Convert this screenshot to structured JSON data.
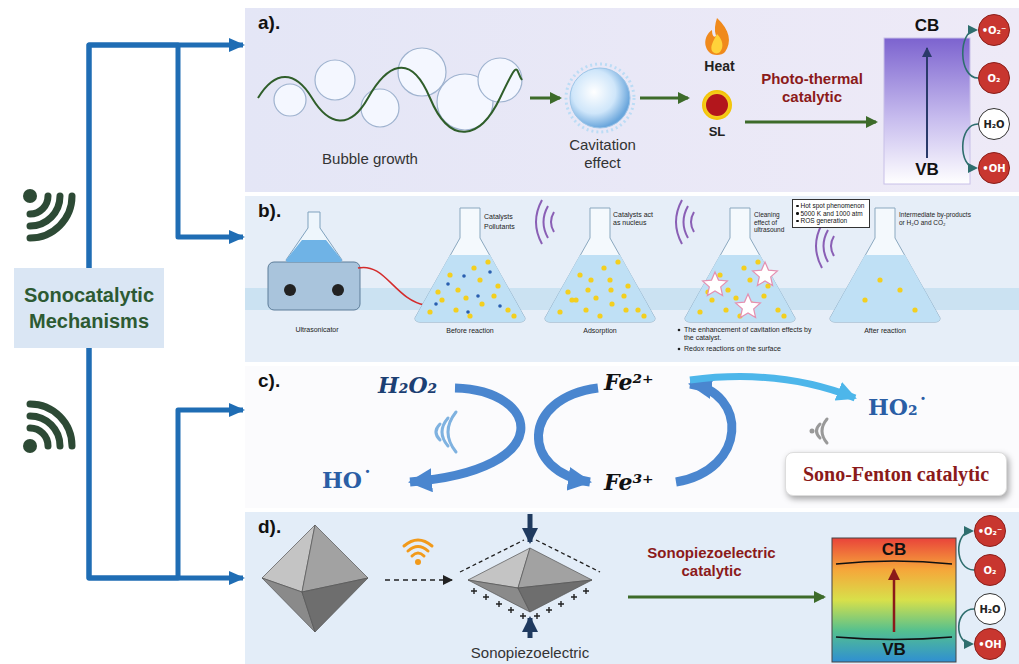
{
  "diagram": {
    "nodes": [
      {
        "text": [
          "Sonocatalytic Mechanisms"
        ]
      },
      {
        "text": [
          "a)."
        ]
      },
      {
        "text": [
          "CB",
          "VB"
        ],
        "in": 1
      },
      {
        "text": [
          "•O₂⁻"
        ],
        "in": 1
      },
      {
        "text": [
          "O₂"
        ],
        "in": 1
      },
      {
        "text": [
          "H₂O"
        ],
        "in": 1
      },
      {
        "text": [
          "•OH"
        ],
        "in": 1
      },
      {
        "text": [
          "b)."
        ]
      },
      {
        "text": [
          "Hot spot phenomenon",
          "5000 K and 1000 atm",
          "ROS generation"
        ],
        "in": 7
      },
      {
        "text": [
          "c)."
        ]
      },
      {
        "text": [
          "Sono-Fenton catalytic"
        ],
        "in": 9
      },
      {
        "text": [
          "d)."
        ]
      },
      {
        "text": [
          "CB",
          "VB"
        ],
        "in": 11
      },
      {
        "text": [
          "•O₂⁻"
        ],
        "in": 11
      },
      {
        "text": [
          "O₂"
        ],
        "in": 11
      },
      {
        "text": [
          "H₂O"
        ],
        "in": 11
      },
      {
        "text": [
          "•OH"
        ],
        "in": 11
      }
    ],
    "edges": [
      {
        "from": 0,
        "to": 1,
        "arrow": "to"
      },
      {
        "from": 0,
        "to": 7,
        "arrow": "to"
      },
      {
        "from": 0,
        "to": 9,
        "arrow": "to"
      },
      {
        "from": 0,
        "to": 11,
        "arrow": "to"
      },
      {
        "from": 4,
        "to": 3,
        "arrow": "to"
      },
      {
        "from": 5,
        "to": 6,
        "arrow": "to"
      },
      {
        "from": 14,
        "to": 13,
        "arrow": "to"
      },
      {
        "from": 15,
        "to": 16,
        "arrow": "to"
      }
    ],
    "labels": [
      "Bubble growth",
      "Cavitation effect",
      "Heat",
      "SL",
      "Photo-thermal catalytic",
      "Ultrasonicator",
      "Catalysts",
      "Pollutants",
      "Before reaction",
      "Catalysts act as nucleus",
      "Adsorption",
      "Cleaning effect of ultrasound",
      "The enhancement of cavitation effects by the catalyst.",
      "Redox reactions on the surface",
      "After reaction",
      "Intermediate by-products or H₂O and CO₂",
      "H₂O₂",
      "Fe²⁺",
      "HO₂˙",
      "HO˙",
      "Fe³⁺",
      "Sonopiezoelectric catalytic",
      "Sonopiezoelectric"
    ]
  }
}
